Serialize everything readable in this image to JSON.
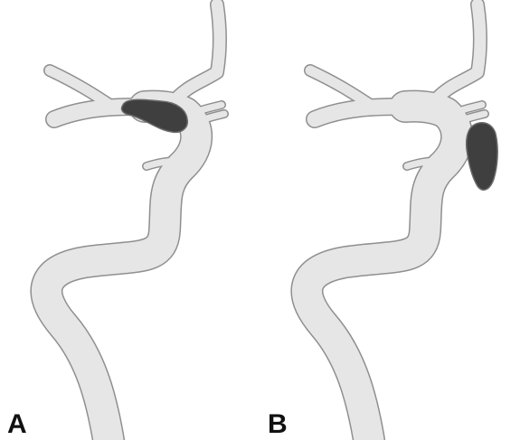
{
  "panels": [
    {
      "label": "A",
      "occlusion_site": "terminal-ica-bifurcation"
    },
    {
      "label": "B",
      "occlusion_site": "supraclinoid-ica"
    }
  ],
  "colors": {
    "vessel_fill": "#e6e6e6",
    "vessel_outline": "#8f8f8f",
    "clot": "#3f3f3f",
    "label": "#111111"
  }
}
